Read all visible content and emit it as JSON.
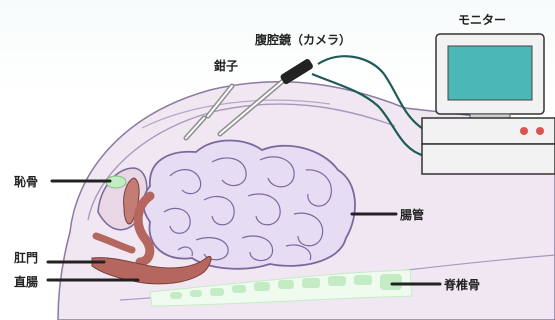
{
  "labels": {
    "laparoscope": "腹腔鏡（カメラ）",
    "monitor": "モニター",
    "forceps": "鉗子",
    "pubic_bone": "恥骨",
    "intestine": "腸管",
    "anus": "肛門",
    "rectum": "直腸",
    "spine": "脊椎骨"
  },
  "colors": {
    "body_fill": "#f0e7f2",
    "body_outline": "#8b7aa3",
    "intestine_fill": "#e6dcf4",
    "intestine_outline": "#7a6a9c",
    "rectum_fill": "#b5675f",
    "spine_fill": "#c4ecc4",
    "cable": "#1f5b56",
    "monitor_screen": "#4bb7b7",
    "monitor_frame": "#f2f2f2",
    "lamp": "#d9534f",
    "leader": "#222222"
  }
}
